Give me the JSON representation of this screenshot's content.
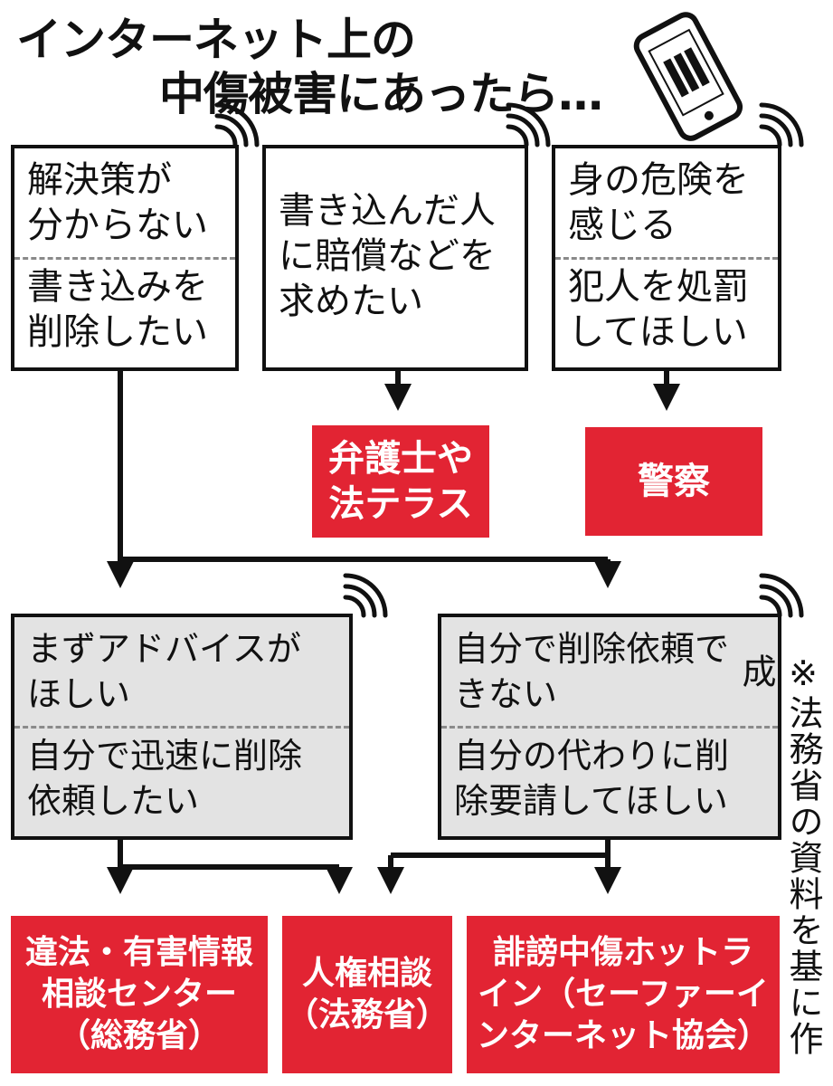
{
  "title": {
    "line1": "インターネット上の",
    "line2": "中傷被害にあったら…"
  },
  "top_boxes": [
    {
      "sec1": "解決策が\n分からない",
      "sec2": "書き込みを\n削除したい"
    },
    {
      "sec1": "書き込んだ人\nに賠償などを\n求めたい"
    },
    {
      "sec1": "身の危険を\n感じる",
      "sec2": "犯人を処罰\nしてほしい"
    }
  ],
  "mid_red": [
    {
      "label": "弁護士や\n法テラス"
    },
    {
      "label": "警察"
    }
  ],
  "mid_boxes": [
    {
      "sec1": "まずアドバイスが\nほしい",
      "sec2": "自分で迅速に削除\n依頼したい"
    },
    {
      "sec1": "自分で削除依頼で\nきない",
      "sec2": "自分の代わりに削\n除要請してほしい"
    }
  ],
  "bottom_red": [
    {
      "label": "違法・有害情報\n相談センター\n（総務省）"
    },
    {
      "label": "人権相談\n（法務省）"
    },
    {
      "label": "誹謗中傷ホットラ\nイン（セーファーイ\nンターネット協会）"
    }
  ],
  "source": "※法務省の資料を基に作成",
  "colors": {
    "accent_red": "#e22433",
    "line": "#111111",
    "gray_fill": "#e3e3e3"
  },
  "icons": [
    "smartphone-icon",
    "wifi-signal-icon"
  ]
}
